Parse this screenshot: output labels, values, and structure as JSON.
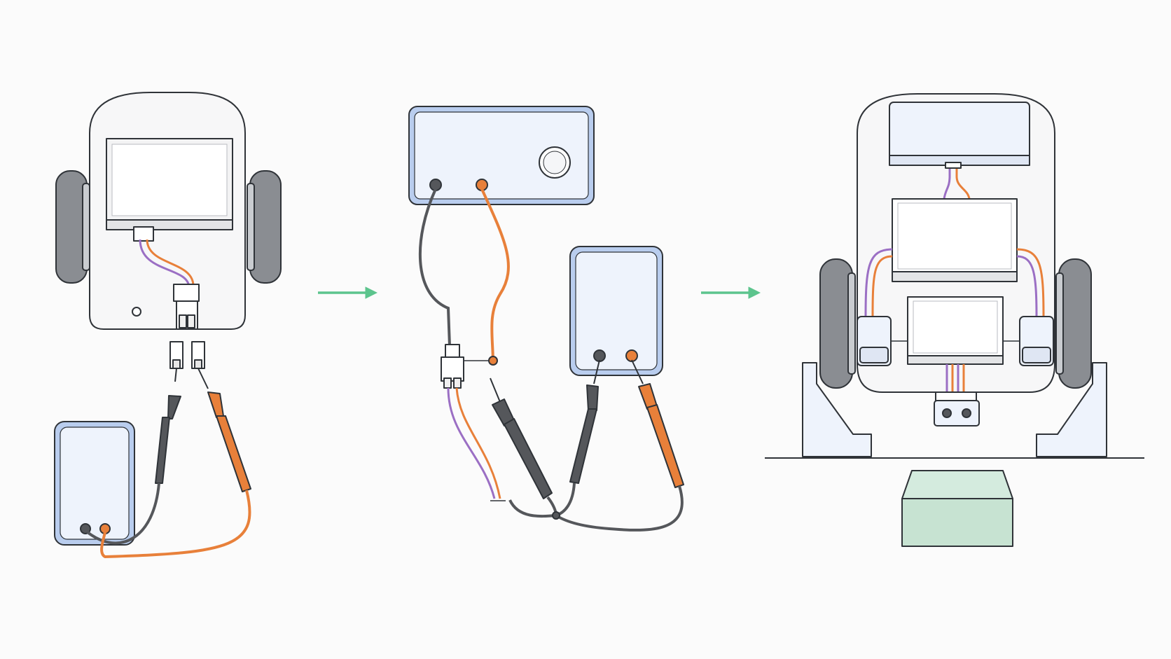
{
  "diagram": {
    "steps": [
      {
        "id": "step-1",
        "subject": "robot-chassis-top-view-with-battery-pack-and-multimeter"
      },
      {
        "id": "step-2",
        "subject": "bench-power-supply-and-meter-testing-connector"
      },
      {
        "id": "step-3",
        "subject": "robot-chassis-on-stands-with-motors-and-sensor"
      }
    ],
    "arrows": [
      {
        "from": "step-1",
        "to": "step-2"
      },
      {
        "from": "step-2",
        "to": "step-3"
      }
    ],
    "colors": {
      "background": "#fbfbfb",
      "chassis_fill": "#f7f7f8",
      "device_blue_border": "#b9cdee",
      "device_blue_fill": "#eef3fc",
      "wheel": "#8a8d92",
      "wire_black": "#55575b",
      "wire_orange": "#e8803a",
      "wire_purple": "#9b6fc4",
      "arrow_green": "#5cc48d",
      "block_green": "#c7e3d2"
    },
    "icons": [
      "robot-chassis-icon",
      "battery-pack-icon",
      "multimeter-icon",
      "test-probe-icon",
      "power-supply-icon",
      "connector-icon",
      "motor-icon",
      "stand-icon",
      "sensor-icon",
      "arrow-right-icon"
    ]
  }
}
